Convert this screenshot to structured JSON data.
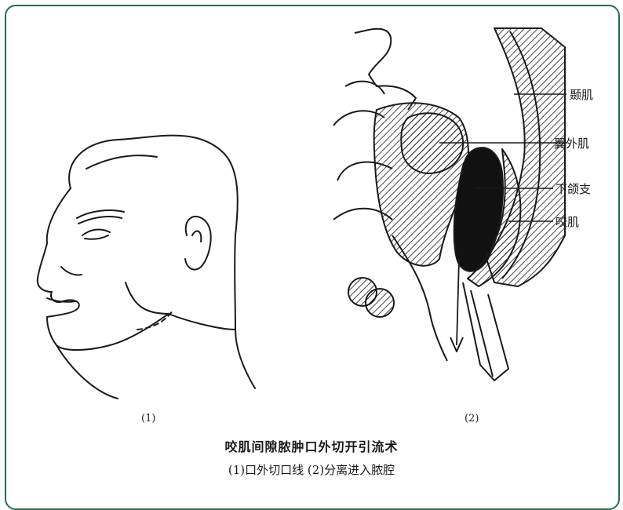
{
  "figure": {
    "panel1_label": "(1)",
    "panel2_label": "(2)",
    "caption_title": "咬肌间隙脓肿口外切开引流术",
    "caption_sub": "(1)口外切口线 (2)分离进入脓腔",
    "labels": {
      "temporalis": "颞肌",
      "pterygoid": "翼外肌",
      "ramus": "下颌支",
      "masseter": "咬肌"
    }
  },
  "colors": {
    "frame": "#2e6b4c",
    "ink": "#1a1a1a"
  }
}
